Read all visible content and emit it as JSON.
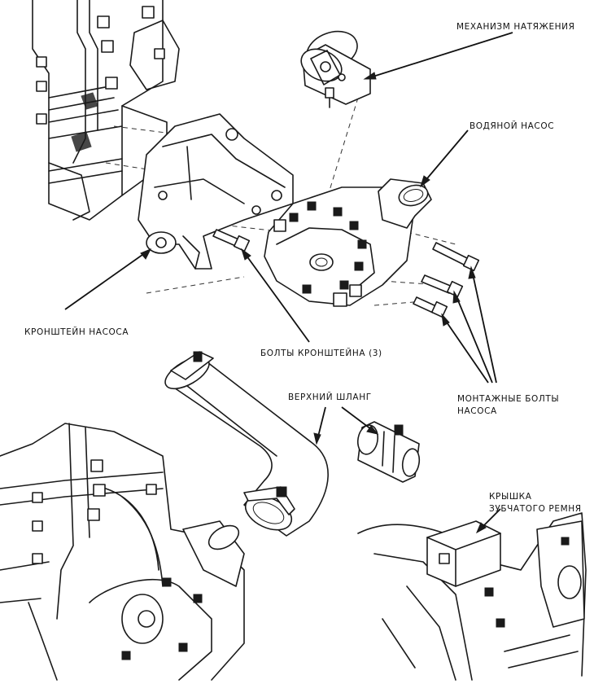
{
  "labels": {
    "tensioner": "МЕХАНИЗМ НАТЯЖЕНИЯ",
    "water_pump": "ВОДЯНОЙ НАСОС",
    "pump_bracket": "КРОНШТЕЙН НАСОСА",
    "bracket_bolts": "БОЛТЫ КРОНШТЕЙНА (3)",
    "upper_hose": "ВЕРХНИЙ ШЛАНГ",
    "mounting_bolts_line1": "МОНТАЖНЫЕ БОЛТЫ",
    "mounting_bolts_line2": "НАСОСА",
    "belt_cover_line1": "КРЫШКА",
    "belt_cover_line2": "ЗУБЧАТОГО РЕМНЯ"
  }
}
